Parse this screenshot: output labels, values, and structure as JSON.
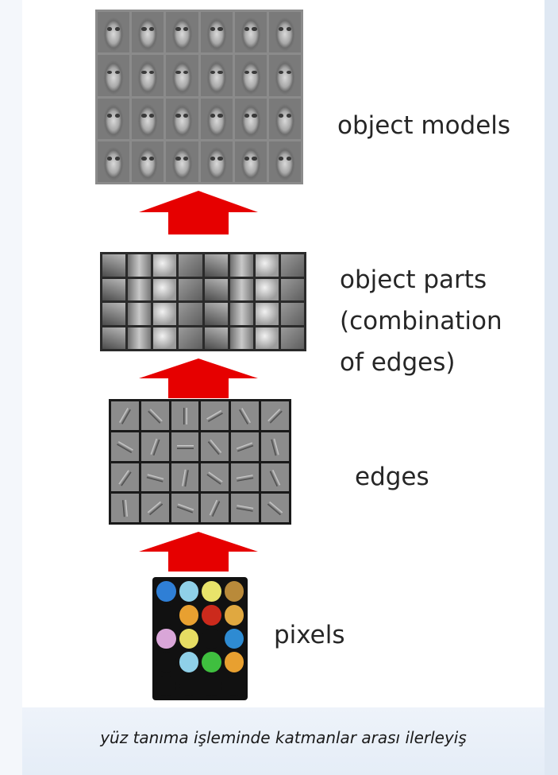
{
  "labels": {
    "object_models": "object models",
    "object_parts_line1": "object parts",
    "object_parts_line2": "(combination",
    "object_parts_line3": "of edges)",
    "edges": "edges",
    "pixels": "pixels"
  },
  "caption": "yüz tanıma işleminde katmanlar arası ilerleyiş",
  "colors": {
    "arrow": "#e60000",
    "pixel_colors": [
      "#2f7fd6",
      "#8fd0e8",
      "#e8e36a",
      "#b98a3a",
      "#111111",
      "#e8a030",
      "#cc2a1c",
      "#e0a840",
      "#d9a6d8",
      "#e6dd63",
      "#111111",
      "#2e8bd2",
      "#111111",
      "#8fd0e8",
      "#3fbf3f",
      "#e8a030",
      "#111111",
      "#111111",
      "#111111",
      "#111111"
    ]
  }
}
